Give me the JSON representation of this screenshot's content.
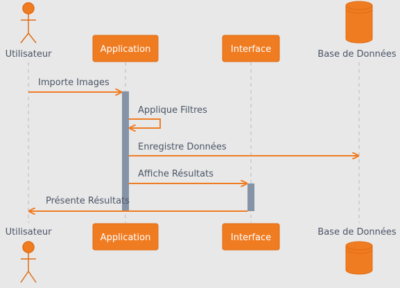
{
  "participants": [
    {
      "id": "user",
      "label": "Utilisateur",
      "kind": "actor"
    },
    {
      "id": "app",
      "label": "Application",
      "kind": "box"
    },
    {
      "id": "ui",
      "label": "Interface",
      "kind": "box"
    },
    {
      "id": "db",
      "label": "Base de Données",
      "kind": "database"
    }
  ],
  "messages": [
    {
      "from": "user",
      "to": "app",
      "label": "Importe Images"
    },
    {
      "from": "app",
      "to": "app",
      "label": "Applique Filtres"
    },
    {
      "from": "app",
      "to": "db",
      "label": "Enregistre Données"
    },
    {
      "from": "app",
      "to": "ui",
      "label": "Affiche Résultats"
    },
    {
      "from": "ui",
      "to": "user",
      "label": "Présente Résultats"
    }
  ],
  "colors": {
    "background": "#e8e8e8",
    "accent": "#f07c22",
    "accent_border": "#e06b12",
    "activation": "#8593a6",
    "lifeline": "#b8b8b8",
    "text": "#4a5566"
  }
}
